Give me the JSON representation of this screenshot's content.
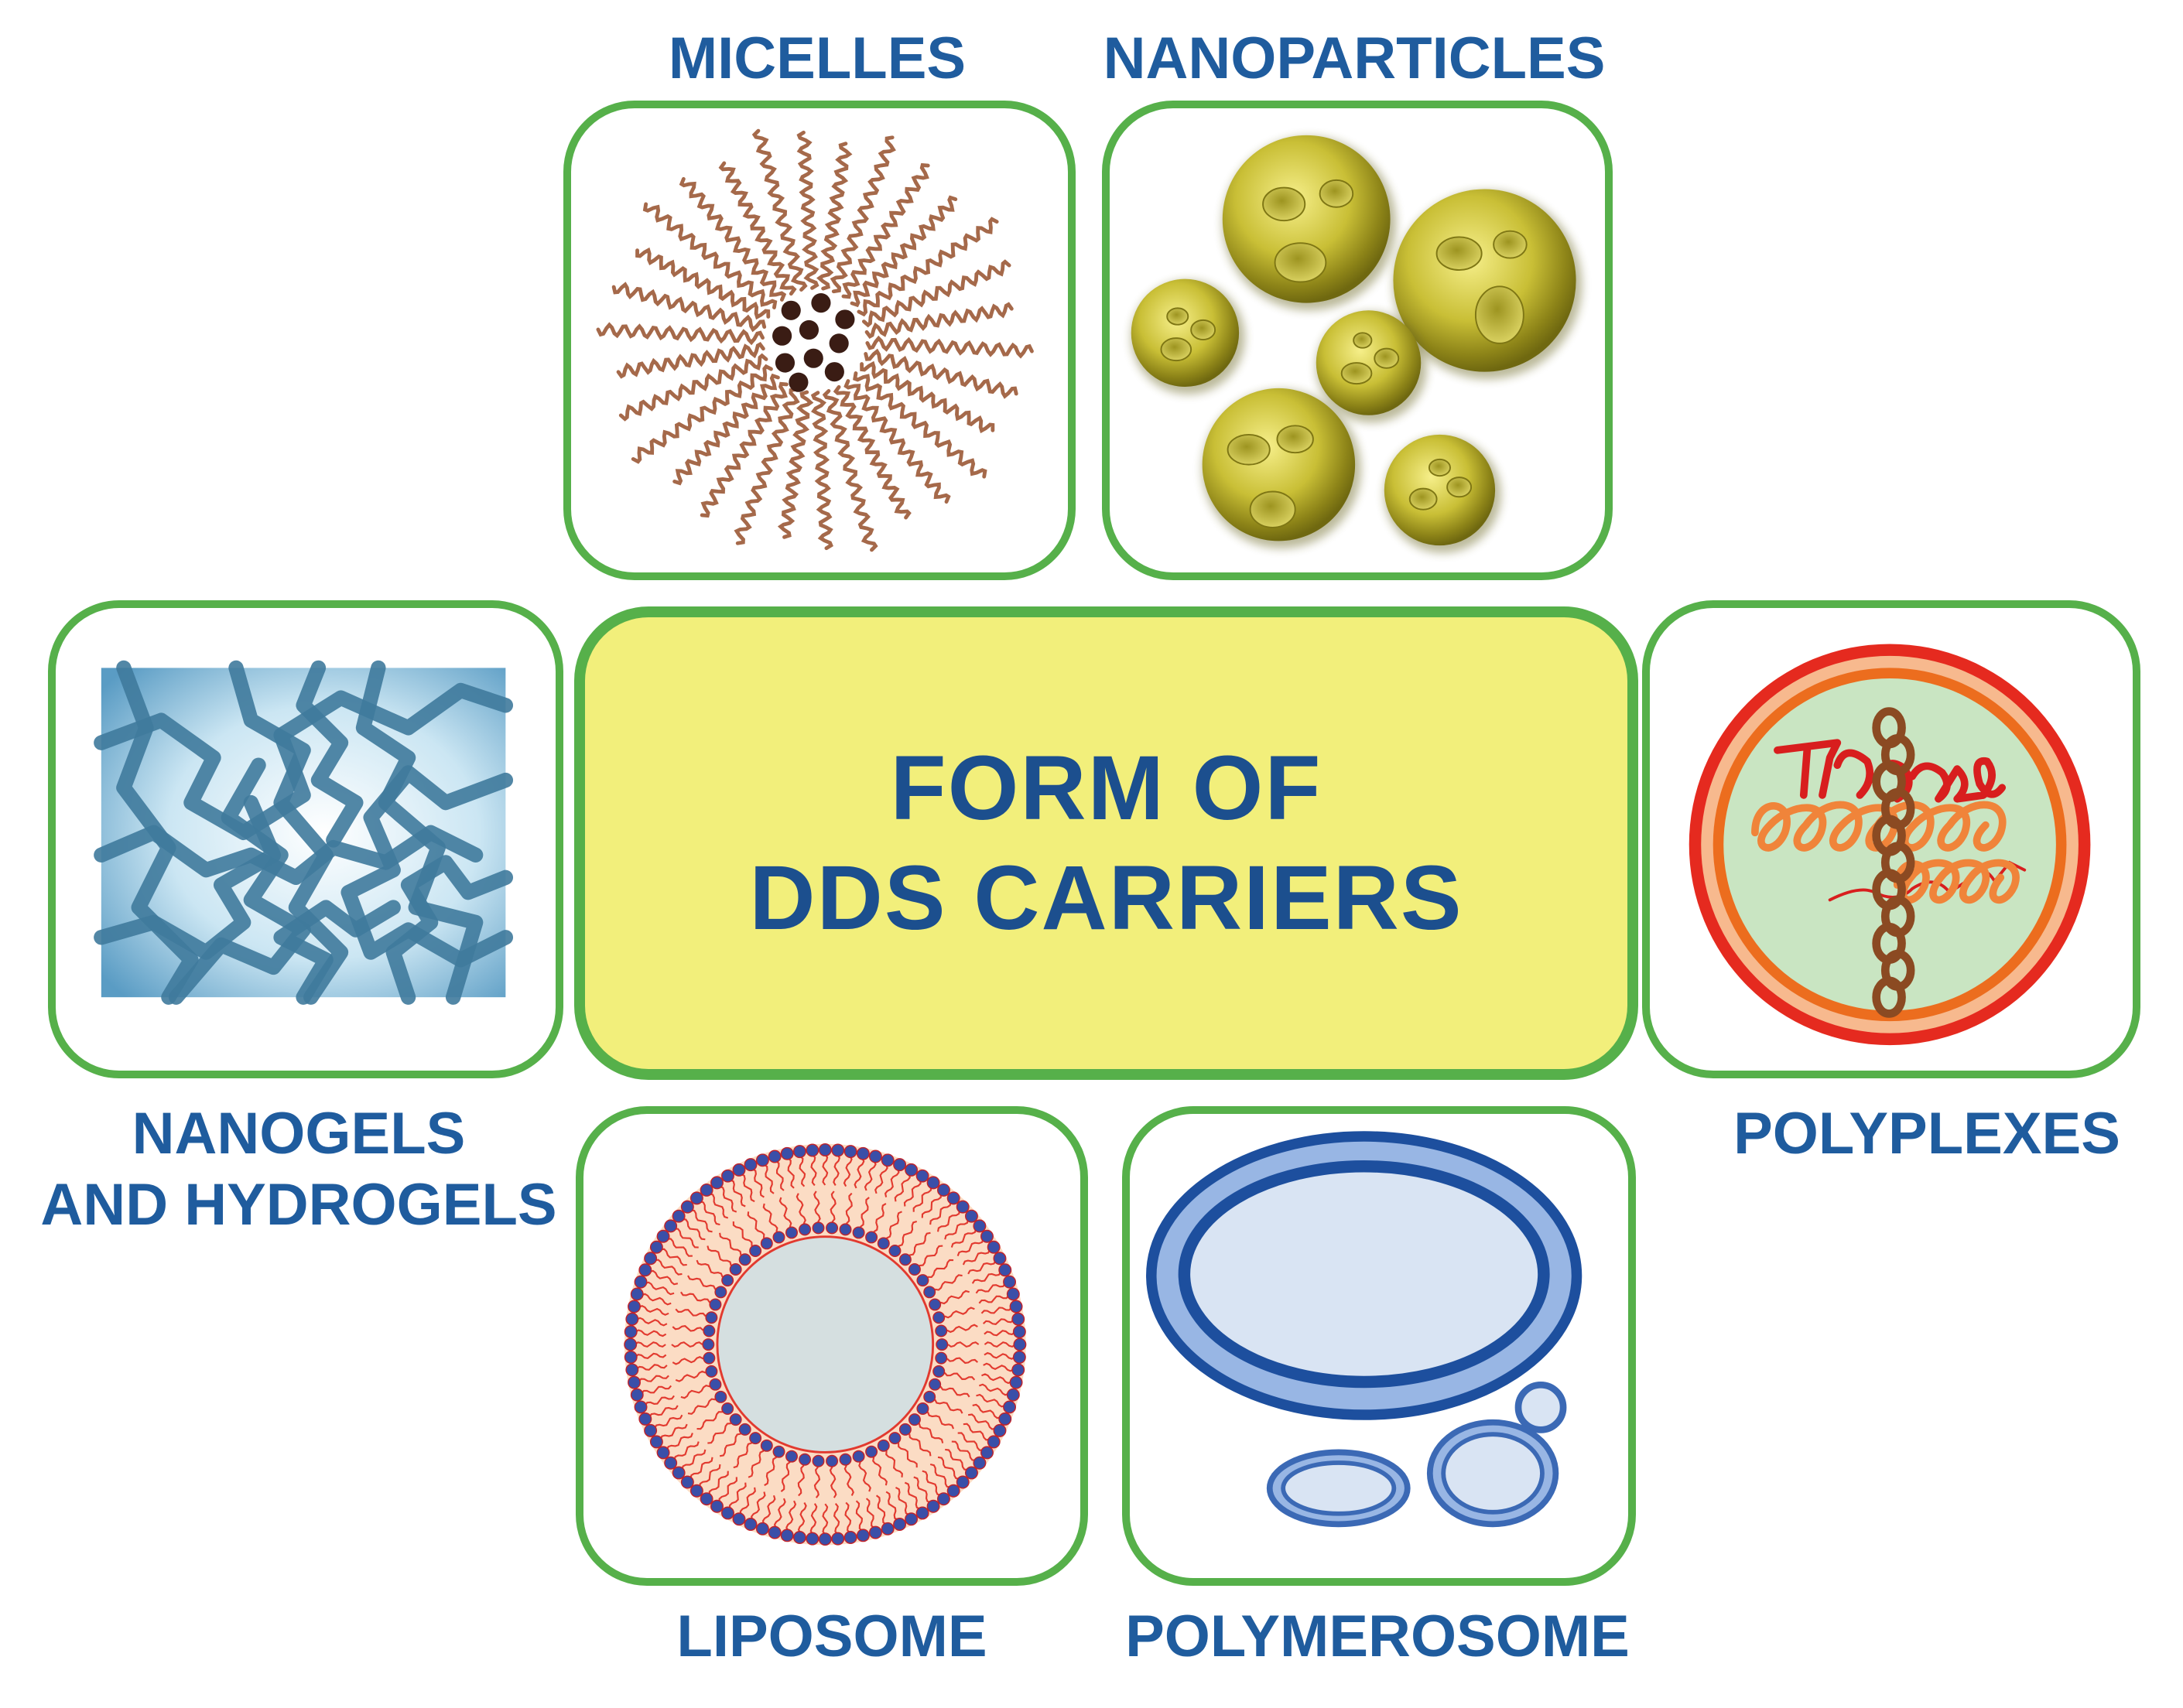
{
  "center": {
    "title_line1": "FORM OF",
    "title_line2": "DDS CARRIERS"
  },
  "labels": {
    "micelles": "MICELLES",
    "nanoparticles": "NANOPARTICLES",
    "nanogels_line1": "NANOGELS",
    "nanogels_line2": "AND HYDROGELS",
    "polyplexes": "POLYPLEXES",
    "liposome": "LIPOSOME",
    "polymerosome": "POLYMEROSOME"
  },
  "colors": {
    "border_green": "#56b04a",
    "center_fill": "#f2ef7b",
    "title_blue": "#1c4f8e",
    "label_blue": "#1f5c9e",
    "micelle_tail": "#a5694a",
    "micelle_core": "#3a1c14",
    "nanoparticle": "#c7bf3a",
    "gel_strand": "#3f7a9c",
    "liposome_red": "#e23a2f",
    "liposome_head": "#3a4fa8",
    "polymerosome_blue": "#1d4f9e"
  }
}
